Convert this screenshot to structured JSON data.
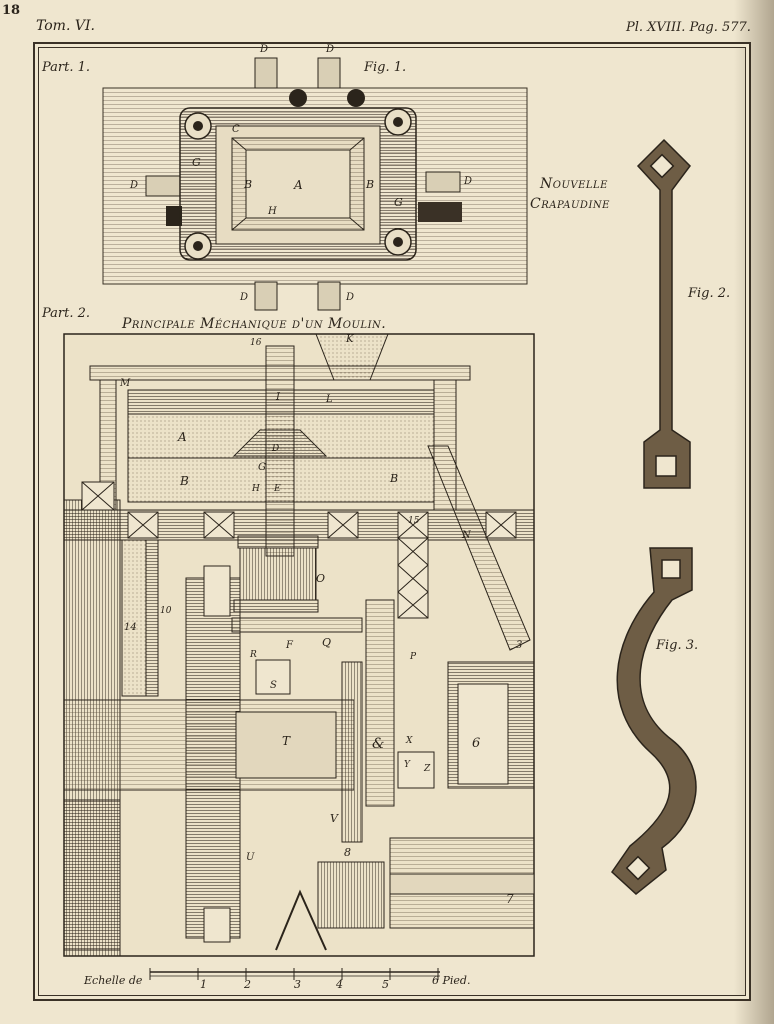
{
  "header": {
    "page_number": "18",
    "volume": "Tom. VI.",
    "plate": "Pl. XVIII. Pag. 577."
  },
  "part1": {
    "label": "Part. 1.",
    "fig_label": "Fig. 1.",
    "title_line1": "Nouvelle",
    "title_line2": "Crapaudine"
  },
  "part2": {
    "label": "Part. 2.",
    "title": "Principale Méchanique d'un Moulin."
  },
  "fig2": {
    "label": "Fig. 2."
  },
  "fig3": {
    "label": "Fig. 3."
  },
  "scale": {
    "label": "Echelle de",
    "ticks": [
      "1",
      "2",
      "3",
      "4",
      "5",
      "6 Pied."
    ]
  },
  "letters_fig1": [
    "D",
    "D",
    "C",
    "G",
    "D",
    "B",
    "A",
    "B",
    "H",
    "G",
    "D",
    "D",
    "D"
  ],
  "letters_part2": [
    "16",
    "K",
    "M",
    "I",
    "L",
    "A",
    "D",
    "G",
    "B",
    "B",
    "E",
    "H",
    "15",
    "N",
    "O",
    "10",
    "14",
    "F",
    "Q",
    "R",
    "S",
    "3",
    "P",
    "&",
    "X",
    "6",
    "T",
    "Y",
    "Z",
    "V",
    "U",
    "8",
    "7"
  ]
}
